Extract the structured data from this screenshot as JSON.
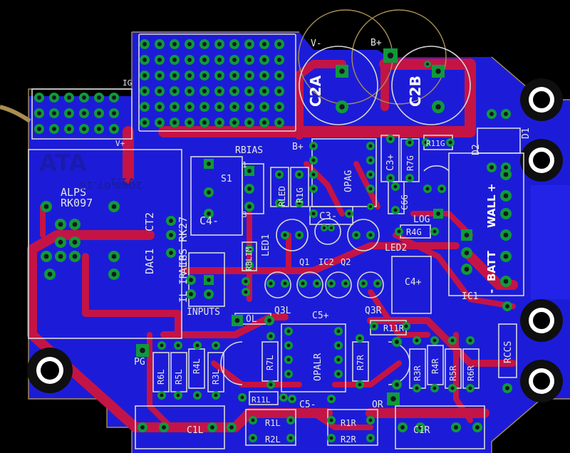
{
  "colors": {
    "board": "#1c1cd8",
    "trace": "#c41446",
    "pad": "#0f9a3a",
    "silk": "#d8d8d8",
    "outline": "#a88e52",
    "background": "#000000"
  },
  "labels": {
    "v_minus": "V-",
    "b_plus_top": "B+",
    "c2a": "C2A",
    "c2b": "C2B",
    "ig": "IG",
    "v_plus": "V+",
    "rbias": "RBIAS",
    "b_plus_mid": "B+",
    "s1": "S1",
    "c4_minus": "C4-",
    "alps": "ALPS",
    "rk097": "RK097",
    "ct2": "CT2",
    "dac1": "DAC1",
    "alps_rk27": "ALPS RK27",
    "il_ir_ig": "IL IR IG",
    "inputs": "INPUTS",
    "rled": "RLED",
    "r1g": "R1G",
    "opag": "OPAG",
    "c3_plus": "C3+",
    "r7g": "R7G",
    "r11g": "R11G",
    "c6g": "C6G",
    "d2": "D2",
    "d1": "D1",
    "c3_minus": "C3-",
    "log": "LOG",
    "r4g": "R4G",
    "wall": "WALL",
    "plus": "+",
    "minus": "-",
    "batt": "BATT",
    "led1": "LED1",
    "led2": "LED2",
    "rblim": "RBLIM",
    "q1": "Q1",
    "ic2": "IC2",
    "q2": "Q2",
    "c4_plus": "C4+",
    "ic1": "IC1",
    "q3l": "Q3L",
    "c5_plus": "C5+",
    "q3r": "Q3R",
    "ol": "OL",
    "r11r": "R11R",
    "pg": "PG",
    "r6l": "R6L",
    "r5l": "R5L",
    "r4l": "R4L",
    "r3l": "R3L",
    "r7l": "R7L",
    "opalr": "OPALR",
    "r7r": "R7R",
    "r3r": "R3R",
    "r4r": "R4R",
    "r5r": "R5R",
    "r6r": "R6R",
    "rccs": "RCCS",
    "r11l": "R11L",
    "c5_minus": "C5-",
    "or": "OR",
    "c1l": "C1L",
    "r1l": "R1L",
    "r1r": "R1R",
    "c1r": "C1R",
    "r2l": "R2L",
    "r2r": "R2R",
    "n1": "1",
    "n3": "3",
    "ata": "ATA",
    "version": "V1.1",
    "date": "2008.07.16"
  }
}
